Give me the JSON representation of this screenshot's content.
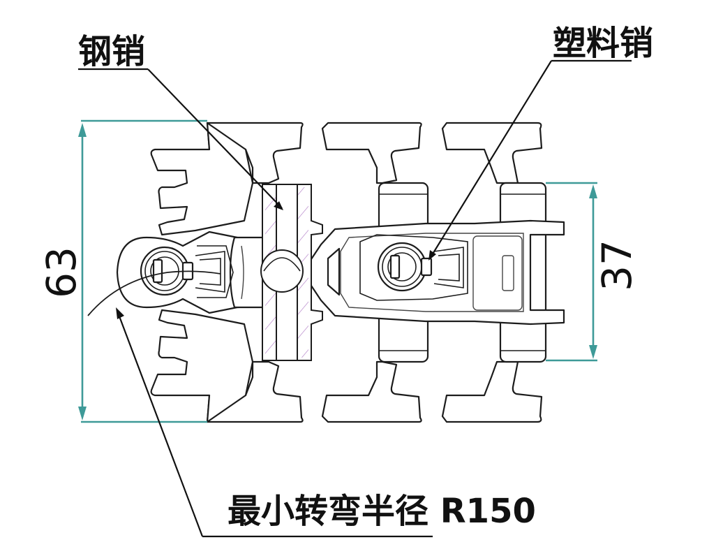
{
  "labels": {
    "steel_pin": "钢销",
    "plastic_pin": "塑料销",
    "min_turn_radius": "最小转弯半径 R150"
  },
  "dimensions": {
    "overall_height": "63",
    "link_height": "37"
  },
  "colors": {
    "dimension_line": "#3e9a98",
    "outline": "#1c1c1c",
    "hatch": "#b07cc6"
  }
}
